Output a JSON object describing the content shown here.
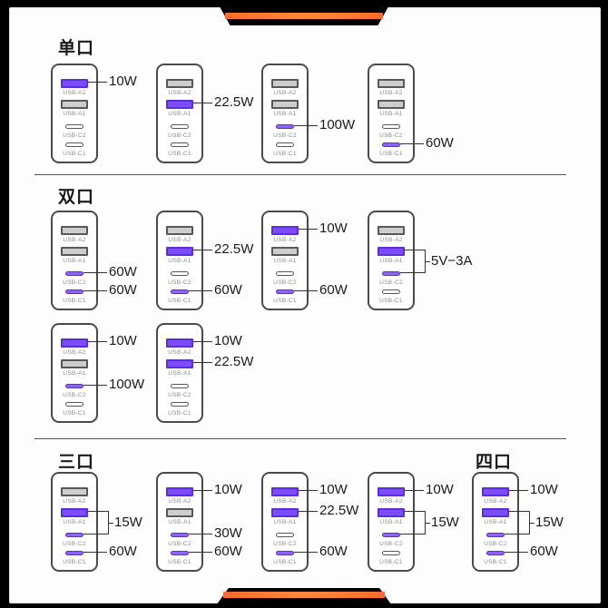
{
  "sections": [
    {
      "title": "单口"
    },
    {
      "title": "双口"
    },
    {
      "title": "三口"
    },
    {
      "title": "四口"
    }
  ],
  "port_labels": [
    "USB-A2",
    "USB-A1",
    "USB-C2",
    "USB-C1"
  ],
  "chargers": [
    {
      "active": [
        true,
        false,
        false,
        false
      ],
      "labels": [
        {
          "text": "10W",
          "ports": [
            0
          ]
        }
      ]
    },
    {
      "active": [
        false,
        true,
        false,
        false
      ],
      "labels": [
        {
          "text": "22.5W",
          "ports": [
            1
          ]
        }
      ]
    },
    {
      "active": [
        false,
        false,
        true,
        false
      ],
      "labels": [
        {
          "text": "100W",
          "ports": [
            2
          ]
        }
      ]
    },
    {
      "active": [
        false,
        false,
        false,
        true
      ],
      "labels": [
        {
          "text": "60W",
          "ports": [
            3
          ]
        }
      ]
    },
    {
      "active": [
        false,
        false,
        true,
        true
      ],
      "labels": [
        {
          "text": "60W",
          "ports": [
            2
          ]
        },
        {
          "text": "60W",
          "ports": [
            3
          ]
        }
      ]
    },
    {
      "active": [
        false,
        true,
        false,
        true
      ],
      "labels": [
        {
          "text": "22.5W",
          "ports": [
            1
          ]
        },
        {
          "text": "60W",
          "ports": [
            3
          ]
        }
      ]
    },
    {
      "active": [
        true,
        false,
        false,
        true
      ],
      "labels": [
        {
          "text": "10W",
          "ports": [
            0
          ]
        },
        {
          "text": "60W",
          "ports": [
            3
          ]
        }
      ]
    },
    {
      "active": [
        false,
        true,
        true,
        false
      ],
      "labels": [
        {
          "text": "5V−3A",
          "ports": [
            1,
            2
          ]
        }
      ]
    },
    {
      "active": [
        true,
        false,
        true,
        false
      ],
      "labels": [
        {
          "text": "10W",
          "ports": [
            0
          ]
        },
        {
          "text": "100W",
          "ports": [
            2
          ]
        }
      ]
    },
    {
      "active": [
        true,
        true,
        false,
        false
      ],
      "labels": [
        {
          "text": "10W",
          "ports": [
            0
          ]
        },
        {
          "text": "22.5W",
          "ports": [
            1
          ]
        }
      ]
    },
    {
      "active": [
        false,
        true,
        true,
        true
      ],
      "labels": [
        {
          "text": "15W",
          "ports": [
            1,
            2
          ]
        },
        {
          "text": "60W",
          "ports": [
            3
          ]
        }
      ]
    },
    {
      "active": [
        true,
        false,
        true,
        true
      ],
      "labels": [
        {
          "text": "10W",
          "ports": [
            0
          ]
        },
        {
          "text": "30W",
          "ports": [
            2
          ]
        },
        {
          "text": "60W",
          "ports": [
            3
          ]
        }
      ]
    },
    {
      "active": [
        true,
        true,
        false,
        true
      ],
      "labels": [
        {
          "text": "10W",
          "ports": [
            0
          ]
        },
        {
          "text": "22.5W",
          "ports": [
            1
          ]
        },
        {
          "text": "60W",
          "ports": [
            3
          ]
        }
      ]
    },
    {
      "active": [
        true,
        true,
        true,
        false
      ],
      "labels": [
        {
          "text": "10W",
          "ports": [
            0
          ]
        },
        {
          "text": "15W",
          "ports": [
            1,
            2
          ]
        }
      ]
    },
    {
      "active": [
        true,
        true,
        true,
        true
      ],
      "labels": [
        {
          "text": "10W",
          "ports": [
            0
          ]
        },
        {
          "text": "15W",
          "ports": [
            1,
            2
          ]
        },
        {
          "text": "60W",
          "ports": [
            3
          ]
        }
      ]
    }
  ]
}
